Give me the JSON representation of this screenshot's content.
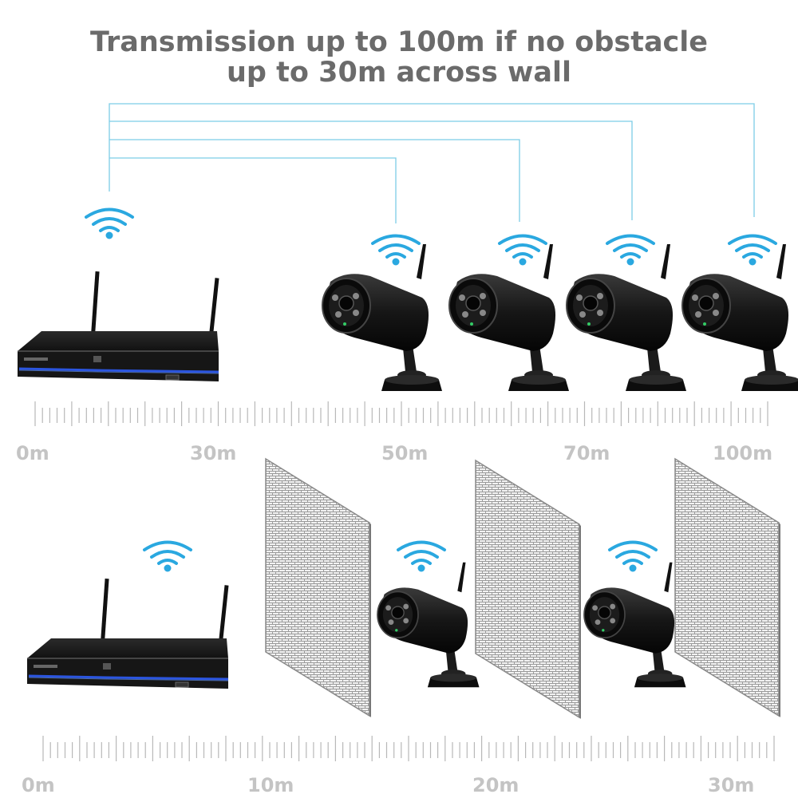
{
  "title": {
    "line1": "Transmission up to 100m if no obstacle",
    "line2": "up to 30m across wall"
  },
  "top_scale": {
    "labels": [
      "0m",
      "30m",
      "50m",
      "70m",
      "100m"
    ]
  },
  "bottom_scale": {
    "labels": [
      "0m",
      "10m",
      "20m",
      "30m"
    ]
  },
  "colors": {
    "link_line": "#7ccde6",
    "wifi": "#2aa8e0",
    "title": "#6b6b6b",
    "scale_label": "#c4c4c4",
    "tick": "#b8b8b8"
  },
  "icons": [
    "wifi-icon",
    "nvr-recorder",
    "bullet-camera",
    "brick-wall"
  ]
}
